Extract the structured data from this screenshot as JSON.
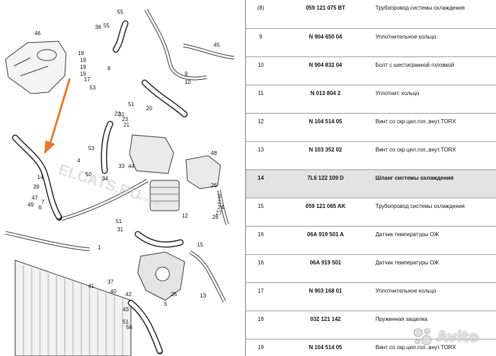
{
  "diagram": {
    "watermark_text": "ELCATS.RU",
    "watermark_date": "04.04.2023",
    "callouts": [
      "55",
      "55",
      "46",
      "36",
      "18",
      "19",
      "19",
      "19",
      "17",
      "8",
      "53",
      "45",
      "9",
      "10",
      "51",
      "31",
      "22",
      "23",
      "21",
      "20",
      "53",
      "4",
      "50",
      "33",
      "44",
      "34",
      "14",
      "49",
      "6",
      "7",
      "51",
      "31",
      "26",
      "48",
      "3",
      "2",
      "24",
      "27",
      "28",
      "25",
      "47",
      "39",
      "1",
      "5",
      "37",
      "40",
      "41",
      "42",
      "43",
      "56",
      "15",
      "12",
      "13",
      "51"
    ]
  },
  "parts": [
    {
      "pos": "(8)",
      "number": "059 121 075 BT",
      "name": "Трубопровод системы охлаждения",
      "highlighted": false
    },
    {
      "pos": "9",
      "number": "N 904 650 04",
      "name": "Уплотнительное кольцо",
      "highlighted": false
    },
    {
      "pos": "10",
      "number": "N 904 832 04",
      "name": "Болт с шестигранной головкой",
      "highlighted": false
    },
    {
      "pos": "11",
      "number": "N 013 804 2",
      "name": "Уплотнит. кольцо",
      "highlighted": false
    },
    {
      "pos": "12",
      "number": "N 104 514 05",
      "name": "Винт со скр.цил.гол.,внут.TORX",
      "highlighted": false
    },
    {
      "pos": "13",
      "number": "N 103 352 02",
      "name": "Винт со скр.цил.гол.,внут.TORX",
      "highlighted": false
    },
    {
      "pos": "14",
      "number": "7L6 122 109 D",
      "name": "Шланг системы охлаждения",
      "highlighted": true
    },
    {
      "pos": "15",
      "number": "059 121 065 AK",
      "name": "Трубопровод системы охлаждения",
      "highlighted": false
    },
    {
      "pos": "16",
      "number": "06A 919 501 A",
      "name": "Датчик температуры ОЖ",
      "highlighted": false
    },
    {
      "pos": "16",
      "number": "06A 919 501",
      "name": "Датчик температуры ОЖ",
      "highlighted": false
    },
    {
      "pos": "17",
      "number": "N 903 168 01",
      "name": "Уплотнительное кольцо",
      "highlighted": false
    },
    {
      "pos": "18",
      "number": "032 121 142",
      "name": "Пружинная защелка",
      "highlighted": false
    },
    {
      "pos": "19",
      "number": "N 104 514 05",
      "name": "Винт со скр.цил.гол.,внут.TORX",
      "highlighted": false
    }
  ],
  "watermark": {
    "text": "Avito"
  },
  "colors": {
    "accent_arrow": "#e8782a",
    "highlight_row": "#e3e3e3"
  }
}
